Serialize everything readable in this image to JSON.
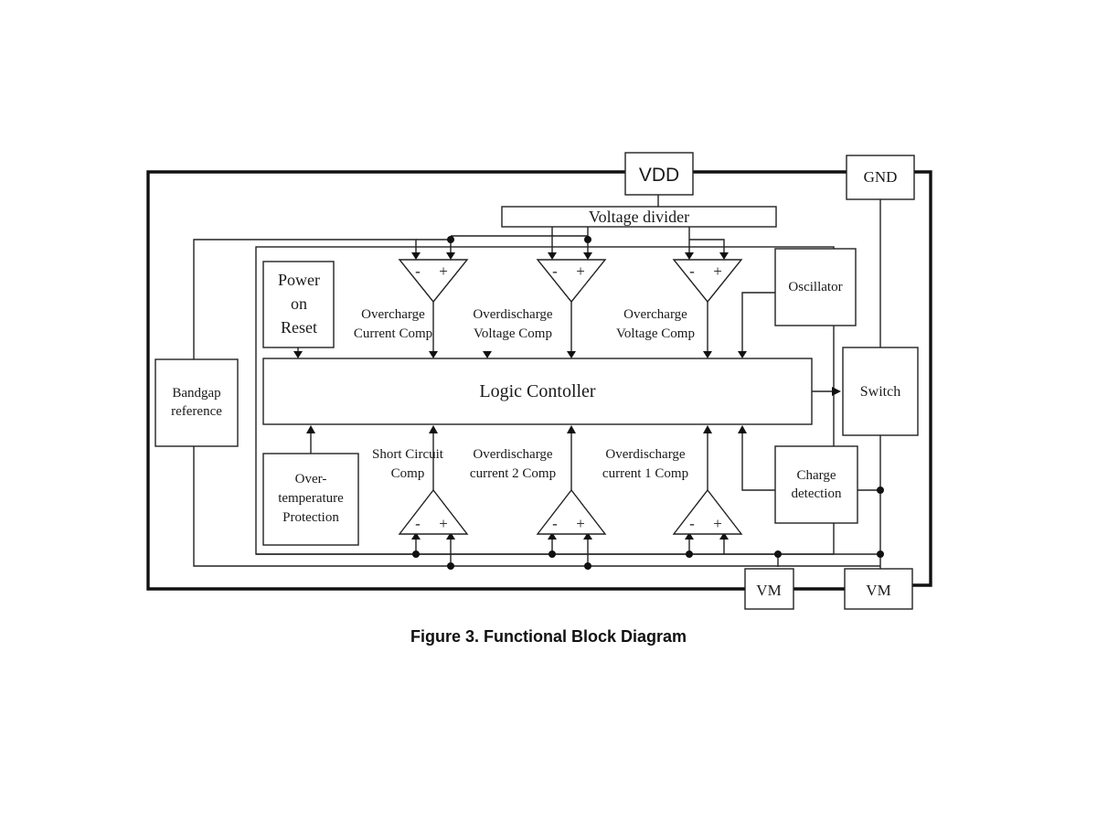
{
  "caption": "Figure 3. Functional Block Diagram",
  "blocks": {
    "vdd": "VDD",
    "gnd": "GND",
    "voltage_divider": "Voltage divider",
    "power_on_reset": [
      "Power",
      "on",
      "Reset"
    ],
    "oscillator": "Oscillator",
    "bandgap": [
      "Bandgap",
      "reference"
    ],
    "logic": "Logic Contoller",
    "switch": "Switch",
    "over_temp": [
      "Over-",
      "temperature",
      "Protection"
    ],
    "charge_detection": [
      "Charge",
      "detection"
    ],
    "vm_left": "VM",
    "vm_right": "VM"
  },
  "comparators": {
    "top": [
      [
        "Overcharge",
        "Current Comp"
      ],
      [
        "Overdischarge",
        "Voltage Comp"
      ],
      [
        "Overcharge",
        "Voltage Comp"
      ]
    ],
    "bottom": [
      [
        "Short Circuit",
        "Comp"
      ],
      [
        "Overdischarge",
        "current 2 Comp"
      ],
      [
        "Overdischarge",
        "current 1 Comp"
      ]
    ],
    "minus": "-",
    "plus": "+"
  }
}
